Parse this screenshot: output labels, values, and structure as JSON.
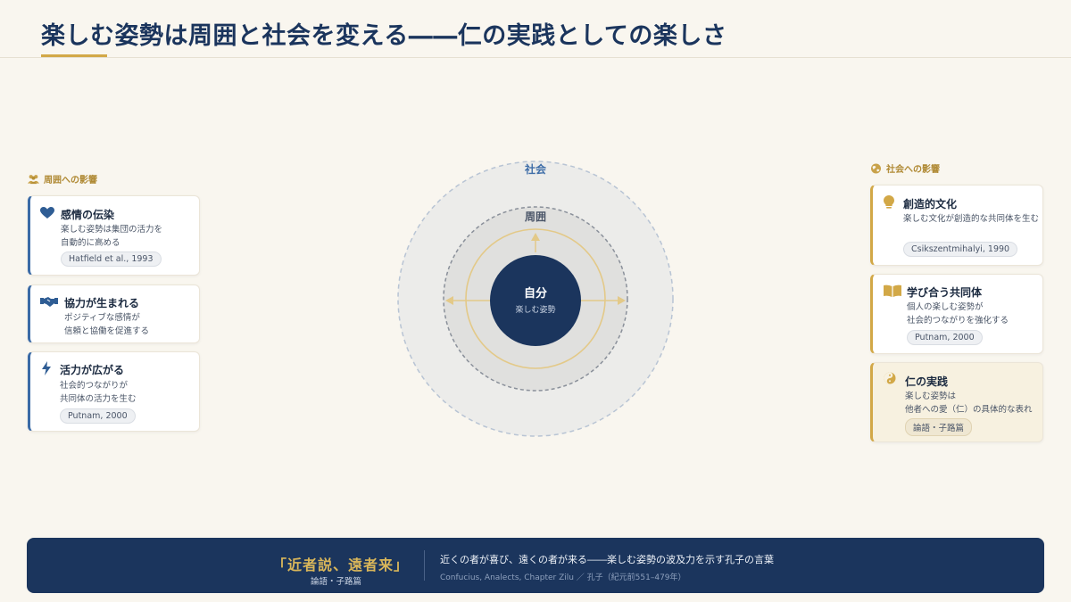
{
  "title": "楽しむ姿勢は周囲と社会を変える――仁の実践としての楽しさ",
  "left": {
    "heading": "周囲への影響",
    "heading_icon": "people-icon",
    "cards": [
      {
        "title": "感情の伝染",
        "icon": "heart-icon",
        "lines": [
          "楽しむ姿勢は集団の活力を",
          "自動的に高める"
        ],
        "cite": "Hatfield et al., 1993"
      },
      {
        "title": "協力が生まれる",
        "icon": "handshake-icon",
        "lines": [
          "ポジティブな感情が",
          "信頼と協働を促進する"
        ],
        "cite": ""
      },
      {
        "title": "活力が広がる",
        "icon": "bolt-icon",
        "lines": [
          "社会的つながりが",
          "共同体の活力を生む"
        ],
        "cite": "Putnam, 2000"
      }
    ]
  },
  "right": {
    "heading": "社会への影響",
    "heading_icon": "globe-icon",
    "cards": [
      {
        "title": "創造的文化",
        "icon": "lightbulb-icon",
        "lines": [
          "楽しむ文化が創造的な共同体を生む"
        ],
        "cite": "Csikszentmihalyi, 1990"
      },
      {
        "title": "学び合う共同体",
        "icon": "book-icon",
        "lines": [
          "個人の楽しむ姿勢が",
          "社会的つながりを強化する"
        ],
        "cite": "Putnam, 2000"
      },
      {
        "title": "仁の実践",
        "icon": "yin-yang-icon",
        "lines": [
          "楽しむ姿勢は",
          "他者への愛（仁）の具体的な表れ"
        ],
        "cite": "論語・子路篇"
      }
    ]
  },
  "diagram": {
    "outer_label": "社会",
    "middle_label": "周囲",
    "center_label": "自分",
    "center_sub": "楽しむ姿勢"
  },
  "footer": {
    "quote": "「近者説、遠者来」",
    "quote_source": "論語・子路篇",
    "text": "近くの者が喜び、遠くの者が来る――楽しむ姿勢の波及力を示す孔子の言葉",
    "subtext": "Confucius, Analects, Chapter Zilu ／ 孔子（紀元前551–479年）"
  },
  "colors": {
    "navy": "#1b355d",
    "gold": "#d2a847",
    "blue": "#3a6aa6",
    "background": "#f9f6ef"
  }
}
